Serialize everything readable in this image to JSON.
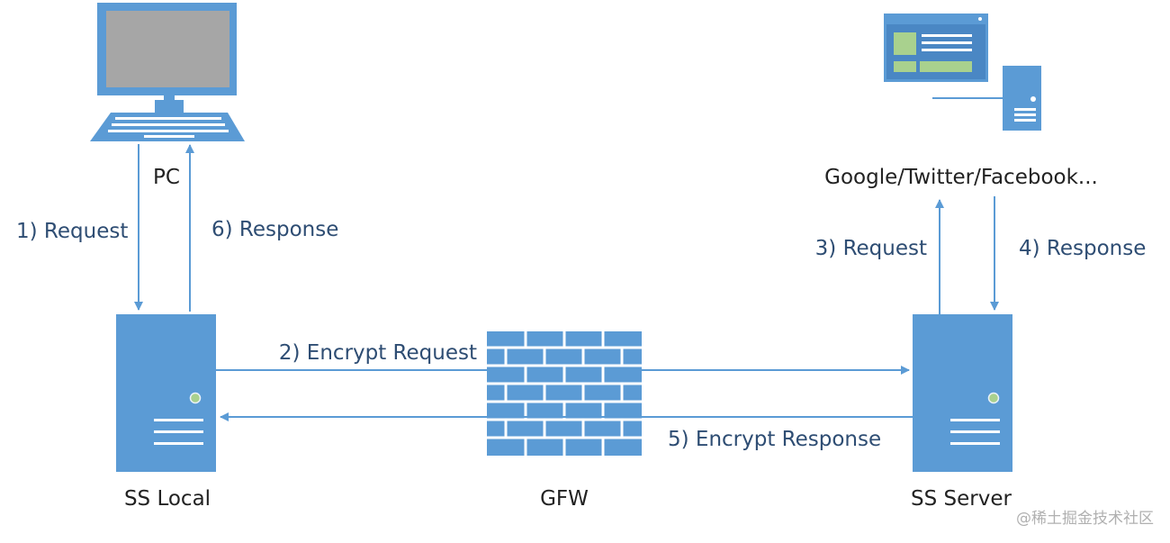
{
  "colors": {
    "primary": "#5b9bd5",
    "dark_label": "#222222",
    "step_label": "#2e4d73",
    "green": "#a9d18e",
    "screen_gray": "#a6a6a6",
    "watermark": "#b0b0b0"
  },
  "nodes": {
    "pc": "PC",
    "ss_local": "SS Local",
    "gfw": "GFW",
    "ss_server": "SS Server",
    "websites": "Google/Twitter/Facebook..."
  },
  "steps": {
    "s1": "1) Request",
    "s2": "2) Encrypt Request",
    "s3": "3) Request",
    "s4": "4) Response",
    "s5": "5) Encrypt Response",
    "s6": "6) Response"
  },
  "watermark": "@稀土掘金技术社区",
  "icons": [
    "laptop-icon",
    "server-icon",
    "firewall-icon",
    "website-icon",
    "web-server-icon"
  ]
}
